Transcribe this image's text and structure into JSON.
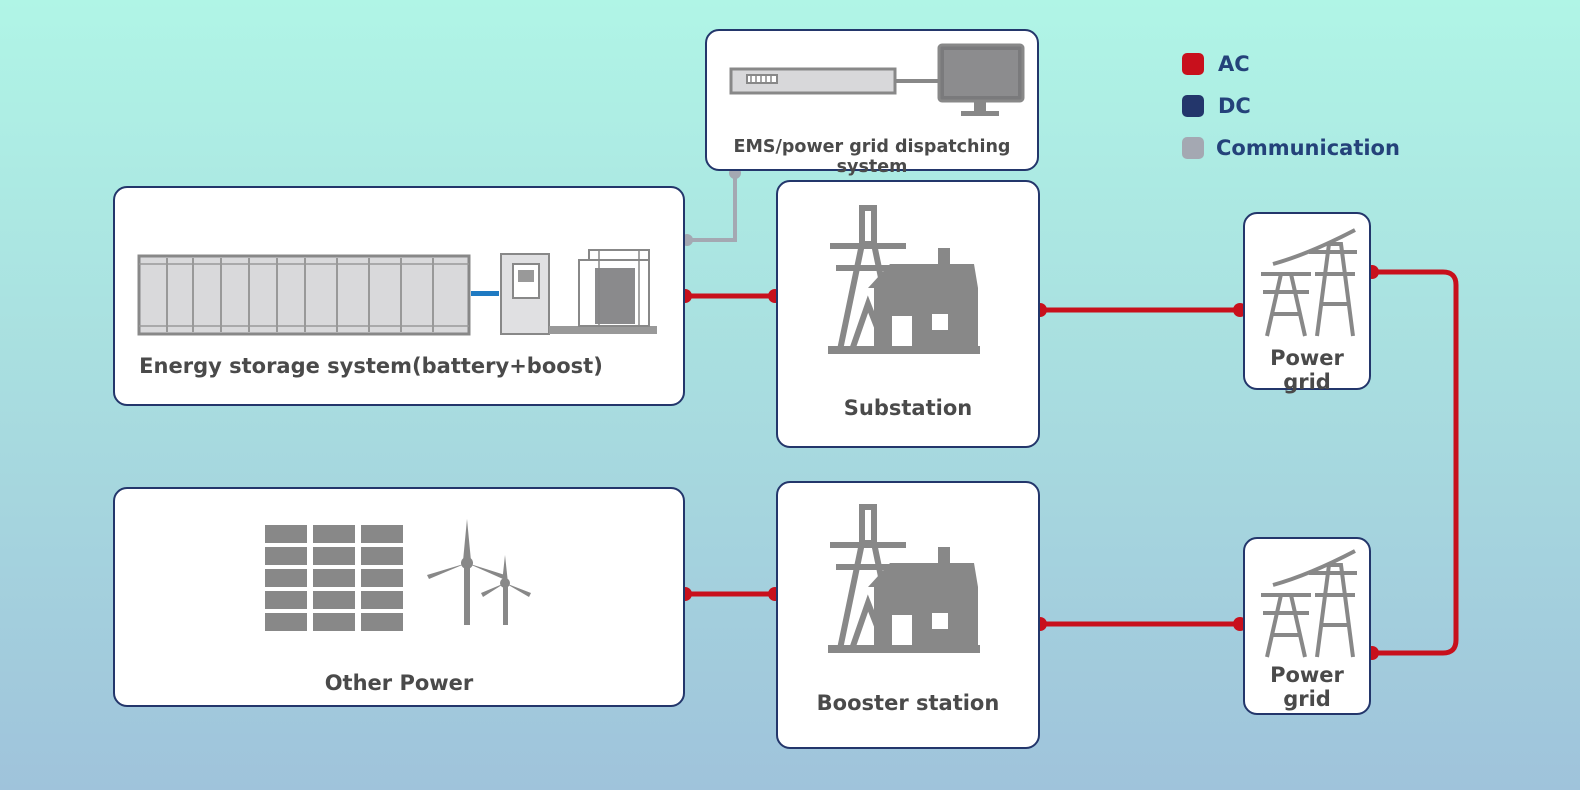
{
  "legend": {
    "ac": {
      "label": "AC",
      "color": "#c8101c"
    },
    "dc": {
      "label": "DC",
      "color": "#23366b"
    },
    "communication": {
      "label": "Communication",
      "color": "#a4a8b2"
    }
  },
  "nodes": {
    "ems": {
      "label": "EMS/power grid dispatching system"
    },
    "energy_storage": {
      "label": "Energy storage system(battery+boost)"
    },
    "substation": {
      "label": "Substation"
    },
    "power_grid_top": {
      "label": "Power grid"
    },
    "other_power": {
      "label": "Other Power"
    },
    "booster_station": {
      "label": "Booster station"
    },
    "power_grid_bottom": {
      "label": "Power grid"
    }
  },
  "colors": {
    "ac_wire": "#c8101c",
    "comm_wire": "#a4a8b2",
    "box_border": "#23366b",
    "icon_gray": "#888888",
    "label_gray": "#4a4a4a"
  }
}
